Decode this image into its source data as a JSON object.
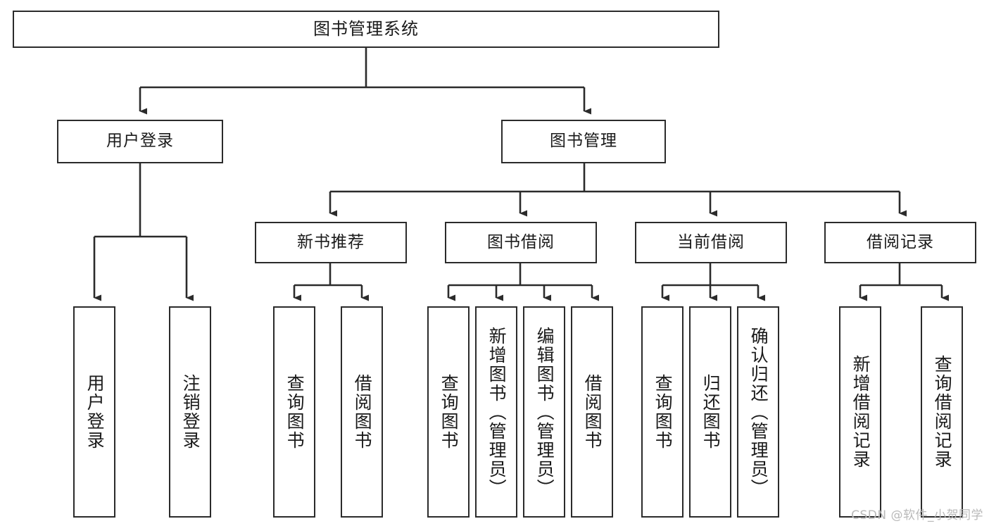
{
  "diagram": {
    "title": "图书管理系统",
    "type": "tree",
    "watermark": "CSDN @软件_小贺同学",
    "colors": {
      "stroke": "#2b2b2b",
      "fill": "#ffffff",
      "text": "#1a1a1a",
      "watermark": "#b9b9b9"
    },
    "nodes": {
      "root": {
        "label": "图书管理系统"
      },
      "level2": [
        {
          "id": "user-login",
          "label": "用户登录"
        },
        {
          "id": "book-management",
          "label": "图书管理"
        }
      ],
      "level3": [
        {
          "id": "new-book-recommend",
          "label": "新书推荐"
        },
        {
          "id": "book-borrow",
          "label": "图书借阅"
        },
        {
          "id": "current-borrow",
          "label": "当前借阅"
        },
        {
          "id": "borrow-record",
          "label": "借阅记录"
        }
      ],
      "leaves": {
        "user-login": [
          {
            "id": "leaf-user-login",
            "label": "用户登录"
          },
          {
            "id": "leaf-user-logout",
            "label": "注销登录"
          }
        ],
        "new-book-recommend": [
          {
            "id": "leaf-query-book-1",
            "label": "查询图书"
          },
          {
            "id": "leaf-borrow-book-1",
            "label": "借阅图书"
          }
        ],
        "book-borrow": [
          {
            "id": "leaf-query-book-2",
            "label": "查询图书"
          },
          {
            "id": "leaf-add-book",
            "label": "新增图书（管理员）"
          },
          {
            "id": "leaf-edit-book",
            "label": "编辑图书（管理员）"
          },
          {
            "id": "leaf-borrow-book-2",
            "label": "借阅图书"
          }
        ],
        "current-borrow": [
          {
            "id": "leaf-query-book-3",
            "label": "查询图书"
          },
          {
            "id": "leaf-return-book",
            "label": "归还图书"
          },
          {
            "id": "leaf-confirm-return",
            "label": "确认归还（管理员）"
          }
        ],
        "borrow-record": [
          {
            "id": "leaf-add-record",
            "label": "新增借阅记录"
          },
          {
            "id": "leaf-query-record",
            "label": "查询借阅记录"
          }
        ]
      }
    }
  }
}
